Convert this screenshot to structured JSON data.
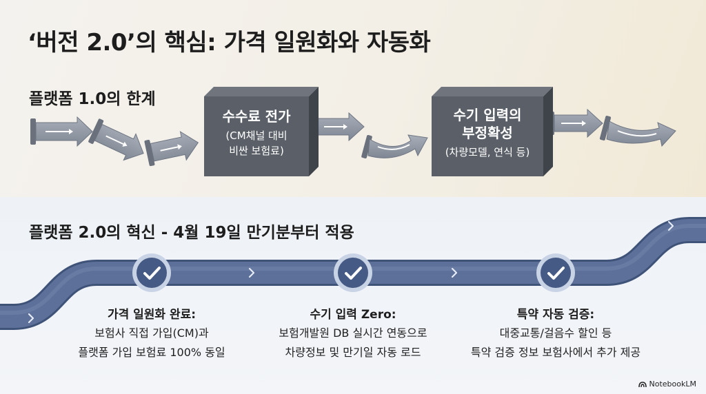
{
  "title": "‘버전 2.0’의 핵심: 가격 일원화와 자동화",
  "platform_1": {
    "heading": "플랫폼 1.0의 한계",
    "problems": [
      {
        "title": "수수료 전가",
        "sub": [
          "(CM채널 대비",
          "비싼 보험료)"
        ]
      },
      {
        "title_lines": [
          "수기 입력의",
          "부정확성"
        ],
        "sub": [
          "(차량모델, 연식 등)"
        ]
      }
    ]
  },
  "platform_2": {
    "heading": "플랫폼 2.0의 혁신 - 4월 19일 만기분부터 적용",
    "milestones": [
      {
        "title": "가격 일원화 완료:",
        "lines": [
          "보험사 직접 가입(CM)과",
          "플랫폼 가입 보험료 100% 동일"
        ]
      },
      {
        "title": "수기 입력 Zero:",
        "lines": [
          "보험개발원 DB 실시간 연동으로",
          "차량정보 및 만기일 자동 로드"
        ]
      },
      {
        "title": "특약 자동 검증:",
        "lines": [
          "대중교통/걸음수 할인 등",
          "특약 검증 정보 보험사에서 추가 제공"
        ]
      }
    ]
  },
  "brand": "NotebookLM",
  "colors": {
    "box": "#5a5f68",
    "pipe": "#566c97",
    "arrow": "#8e95a1",
    "check_ring": "#c9d3e6"
  }
}
